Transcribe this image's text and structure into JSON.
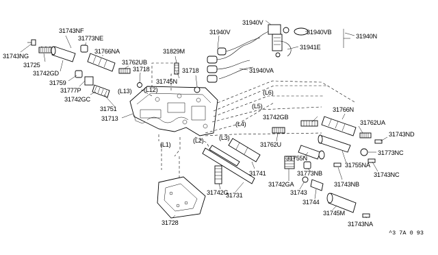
{
  "diagram": {
    "part_labels": {
      "p31743NF": "31743NF",
      "p31773NE": "31773NE",
      "p31766NA": "31766NA",
      "p31743NG": "31743NG",
      "p31725": "31725",
      "p31742GD": "31742GD",
      "p31762UB": "31762UB",
      "p31718a": "31718",
      "p31829M": "31829M",
      "p31759": "31759",
      "p31777P": "31777P",
      "p31745N": "31745N",
      "p31742GC": "31742GC",
      "p31751": "31751",
      "p31713": "31713",
      "p31718b": "31718",
      "p31940V_a": "31940V",
      "p31940V_b": "31940V",
      "p31940VB": "31940VB",
      "p31940N": "31940N",
      "p31941E": "31941E",
      "p31940VA": "31940VA",
      "p31766N": "31766N",
      "p31762UA": "31762UA",
      "p31743ND": "31743ND",
      "p31742GB": "31742GB",
      "p31762U": "31762U",
      "p31773NC": "31773NC",
      "p31755N": "31755N",
      "p31755NA": "31755NA",
      "p31743NC": "31743NC",
      "p31773NB": "31773NB",
      "p31741": "31741",
      "p31743NB": "31743NB",
      "p31742GA": "31742GA",
      "p31743": "31743",
      "p31742G": "31742G",
      "p31744": "31744",
      "p31731": "31731",
      "p31745M": "31745M",
      "p31728": "31728",
      "p31743NA": "31743NA"
    },
    "leader_labels": {
      "L1": "(L1)",
      "L2": "(L2)",
      "L3": "(L3)",
      "L4": "(L4)",
      "L5": "(L5)",
      "L6": "(L6)",
      "L12": "(L12)",
      "L13": "(L13)"
    },
    "caption": "^3 7A 0 93"
  }
}
